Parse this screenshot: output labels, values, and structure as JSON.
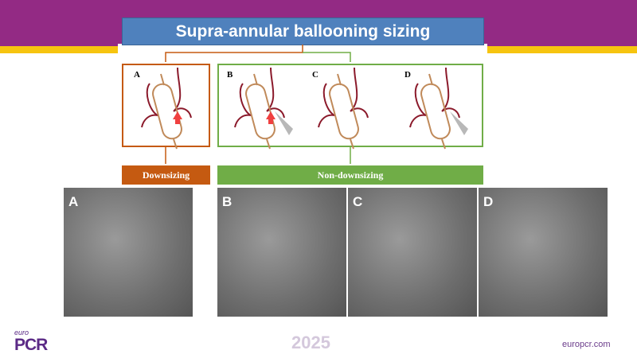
{
  "title": "Supra-annular ballooning sizing",
  "schematic_labels": [
    "A",
    "B",
    "C",
    "D"
  ],
  "categories": {
    "downsizing": "Downsizing",
    "non_downsizing": "Non-downsizing"
  },
  "images": [
    {
      "label": "A"
    },
    {
      "label": "B"
    },
    {
      "label": "C"
    },
    {
      "label": "D"
    }
  ],
  "footer": {
    "logo_top": "euro",
    "logo_main": "PCR",
    "year": "2025",
    "url": "europcr.com"
  },
  "colors": {
    "banner": "#932a84",
    "stripe": "#f6c40f",
    "title_bg": "#4f81bd",
    "downsizing": "#c55a11",
    "non_downsizing": "#70ad47"
  }
}
